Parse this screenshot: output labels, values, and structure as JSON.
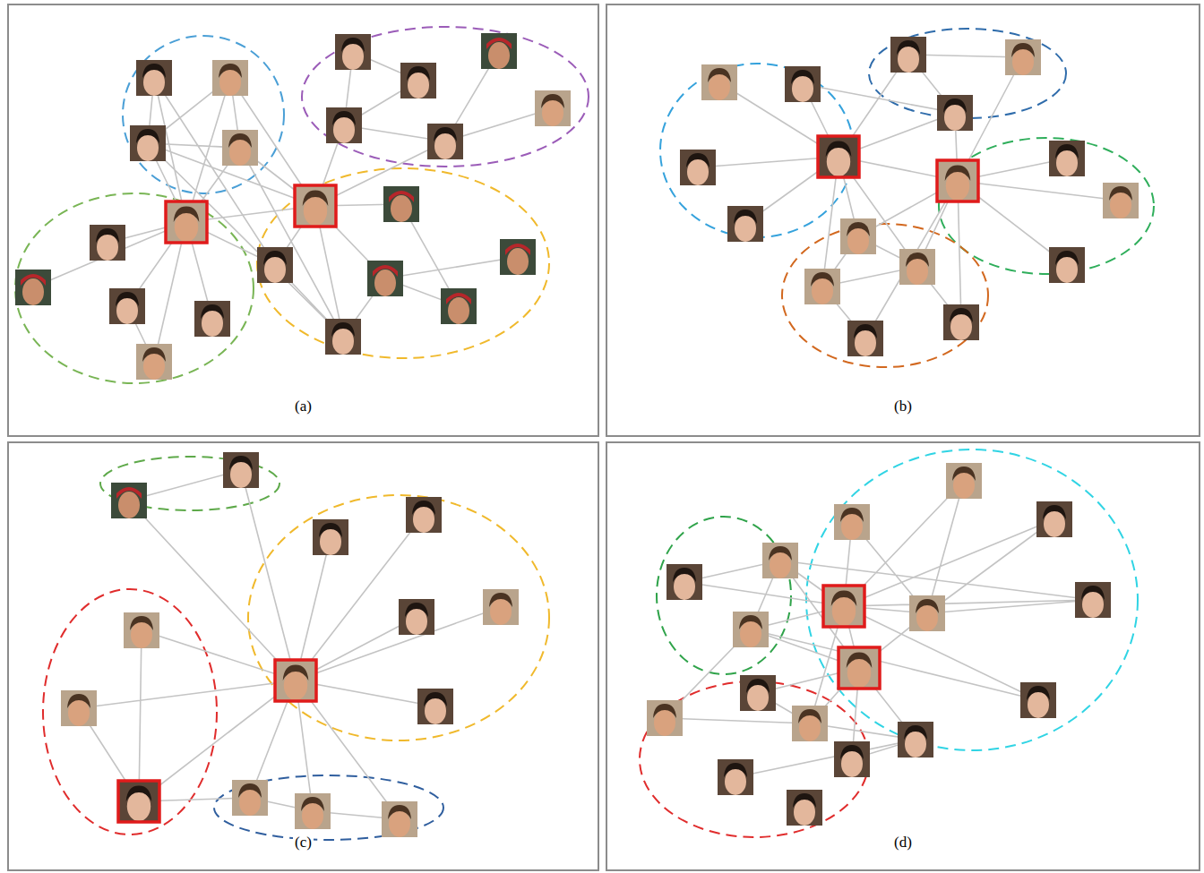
{
  "diagram": {
    "nodes": [
      {
        "text": [
          "(a)"
        ]
      },
      {
        "text": [
          "(b)"
        ]
      },
      {
        "text": [
          "(c)"
        ]
      },
      {
        "text": [
          "(d)"
        ]
      }
    ]
  }
}
